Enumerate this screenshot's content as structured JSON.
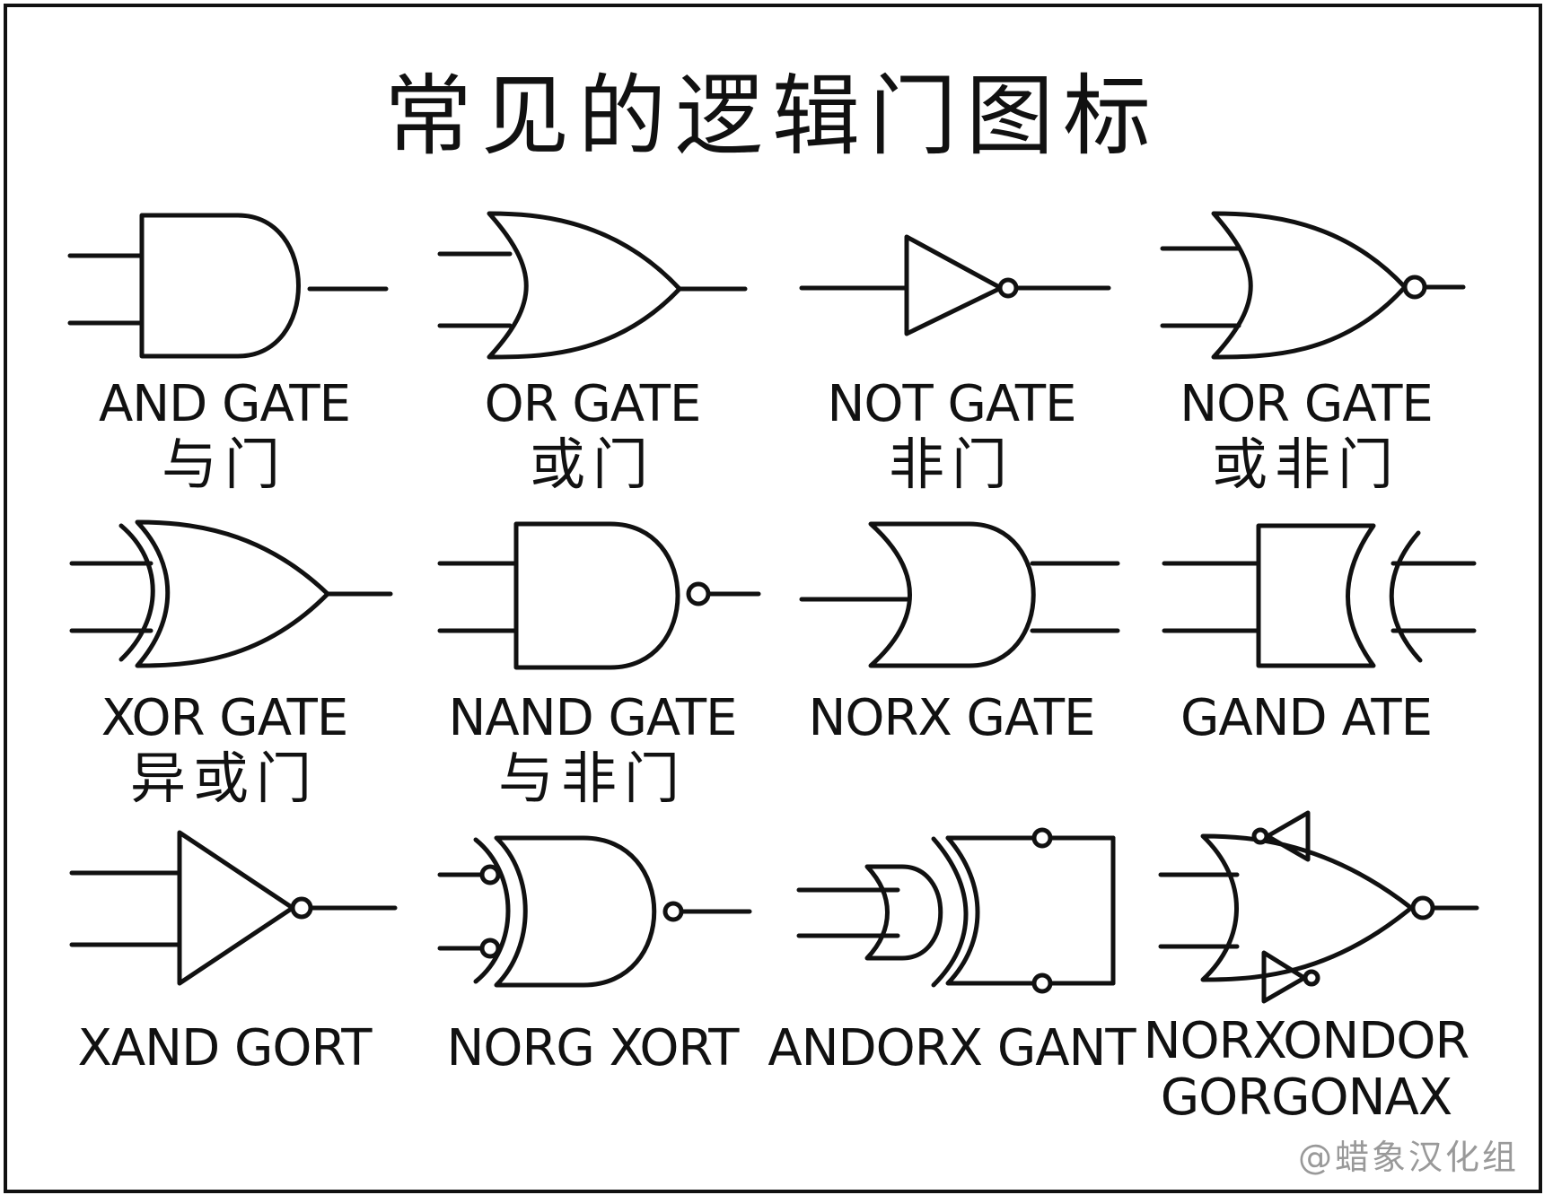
{
  "title": "常见的逻辑门图标",
  "gates": [
    {
      "en": "AND GATE",
      "cn": "与门",
      "icon": "and-gate-icon"
    },
    {
      "en": "OR GATE",
      "cn": "或门",
      "icon": "or-gate-icon"
    },
    {
      "en": "NOT GATE",
      "cn": "非门",
      "icon": "not-gate-icon"
    },
    {
      "en": "NOR GATE",
      "cn": "或非门",
      "icon": "nor-gate-icon"
    },
    {
      "en": "XOR GATE",
      "cn": "异或门",
      "icon": "xor-gate-icon"
    },
    {
      "en": "NAND GATE",
      "cn": "与非门",
      "icon": "nand-gate-icon"
    },
    {
      "en": "NORX GATE",
      "cn": "",
      "icon": "norx-gate-icon"
    },
    {
      "en": "GAND ATE",
      "cn": "",
      "icon": "gand-ate-icon"
    },
    {
      "en": "XAND GORT",
      "cn": "",
      "icon": "xand-gort-icon"
    },
    {
      "en": "NORG XORT",
      "cn": "",
      "icon": "norg-xort-icon"
    },
    {
      "en": "ANDORX GANT",
      "cn": "",
      "icon": "andorx-gant-icon"
    },
    {
      "en": "NORXONDOR GORGONAX",
      "cn": "",
      "icon": "norxondor-gorgonax-icon"
    }
  ],
  "credit": "@蜡象汉化组"
}
